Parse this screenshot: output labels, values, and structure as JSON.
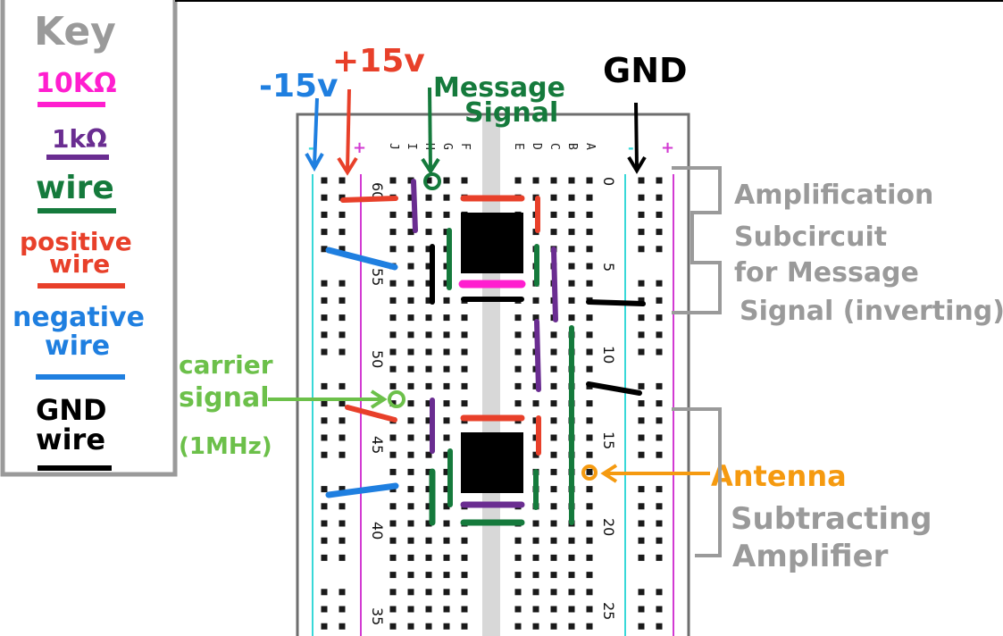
{
  "key": {
    "title": "Key",
    "items": [
      {
        "label": "10KΩ",
        "color": "#ff1ecf"
      },
      {
        "label": "1kΩ",
        "color": "#6a2d91"
      },
      {
        "label": "wire",
        "color": "#157a3c"
      },
      {
        "label": "positive wire",
        "line1": "positive",
        "line2": "wire",
        "color": "#e8402a"
      },
      {
        "label": "negative wire",
        "line1": "negative",
        "line2": "wire",
        "color": "#1f7fe0"
      },
      {
        "label": "GND wire",
        "line1": "GND",
        "line2": "wire",
        "color": "#000000"
      }
    ]
  },
  "rails": {
    "neg_supply": "-15v",
    "pos_supply": "+15v",
    "gnd": "GND",
    "neg_color": "#1f7fe0",
    "pos_color": "#e8402a",
    "gnd_color": "#000000"
  },
  "message_signal": {
    "line1": "Message",
    "line2": "Signal",
    "color": "#157a3c"
  },
  "carrier_signal": {
    "line1": "carrier",
    "line2": "signal",
    "line3": "(1MHz)",
    "color": "#6cc04a"
  },
  "antenna": {
    "label": "Antenna",
    "color": "#f59a10"
  },
  "sections": {
    "amplification": {
      "line1": "Amplification",
      "line2": "Subcircuit",
      "line3": "for Message",
      "line4": "Signal (inverting)"
    },
    "subtracting": {
      "line1": "Subtracting",
      "line2": "Amplifier"
    }
  },
  "breadboard": {
    "row_numbers_left": [
      "60",
      "55",
      "50",
      "45",
      "40",
      "35"
    ],
    "row_numbers_right": [
      "0",
      "5",
      "10",
      "15",
      "20",
      "25"
    ],
    "column_letters_left": [
      "J",
      "I",
      "H",
      "G",
      "F"
    ],
    "column_letters_right": [
      "E",
      "D",
      "C",
      "B",
      "A"
    ],
    "rail_signs": [
      "-",
      "+",
      "-",
      "+"
    ]
  }
}
